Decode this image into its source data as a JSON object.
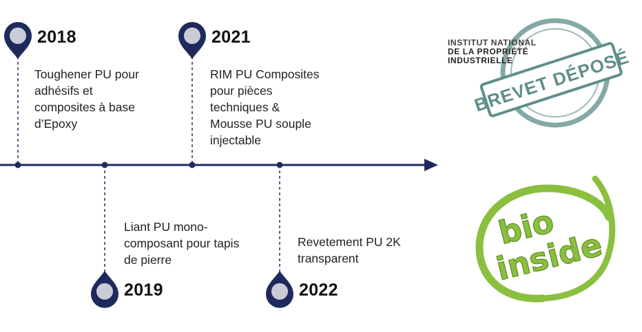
{
  "timeline": {
    "colors": {
      "axis": "#1f2a5c",
      "pin": "#1f2a5c",
      "pin_fill": "#c9cbd6",
      "stamp": "#5f8e8a",
      "bio": "#8bbf3f"
    },
    "events": [
      {
        "year": "2018",
        "description": "Toughener PU pour\nadhésifs et\ncomposites à base\nd’Epoxy"
      },
      {
        "year": "2019",
        "description": "Liant PU mono-\ncomposant pour tapis\nde pierre"
      },
      {
        "year": "2021",
        "description": "RIM PU Composites\npour pièces\ntechniques &\nMousse PU souple\ninjectable"
      },
      {
        "year": "2022",
        "description": "Revetement PU 2K\ntransparent"
      }
    ]
  },
  "logos": {
    "stamp": {
      "line1": "INSTITUT NATIONAL",
      "line2": "DE LA PROPRIÉTÉ",
      "line3": "INDUSTRIELLE",
      "main": "BREVET DÉPOSÉ"
    },
    "bio": {
      "word1": "bio",
      "word2": "inside"
    }
  }
}
